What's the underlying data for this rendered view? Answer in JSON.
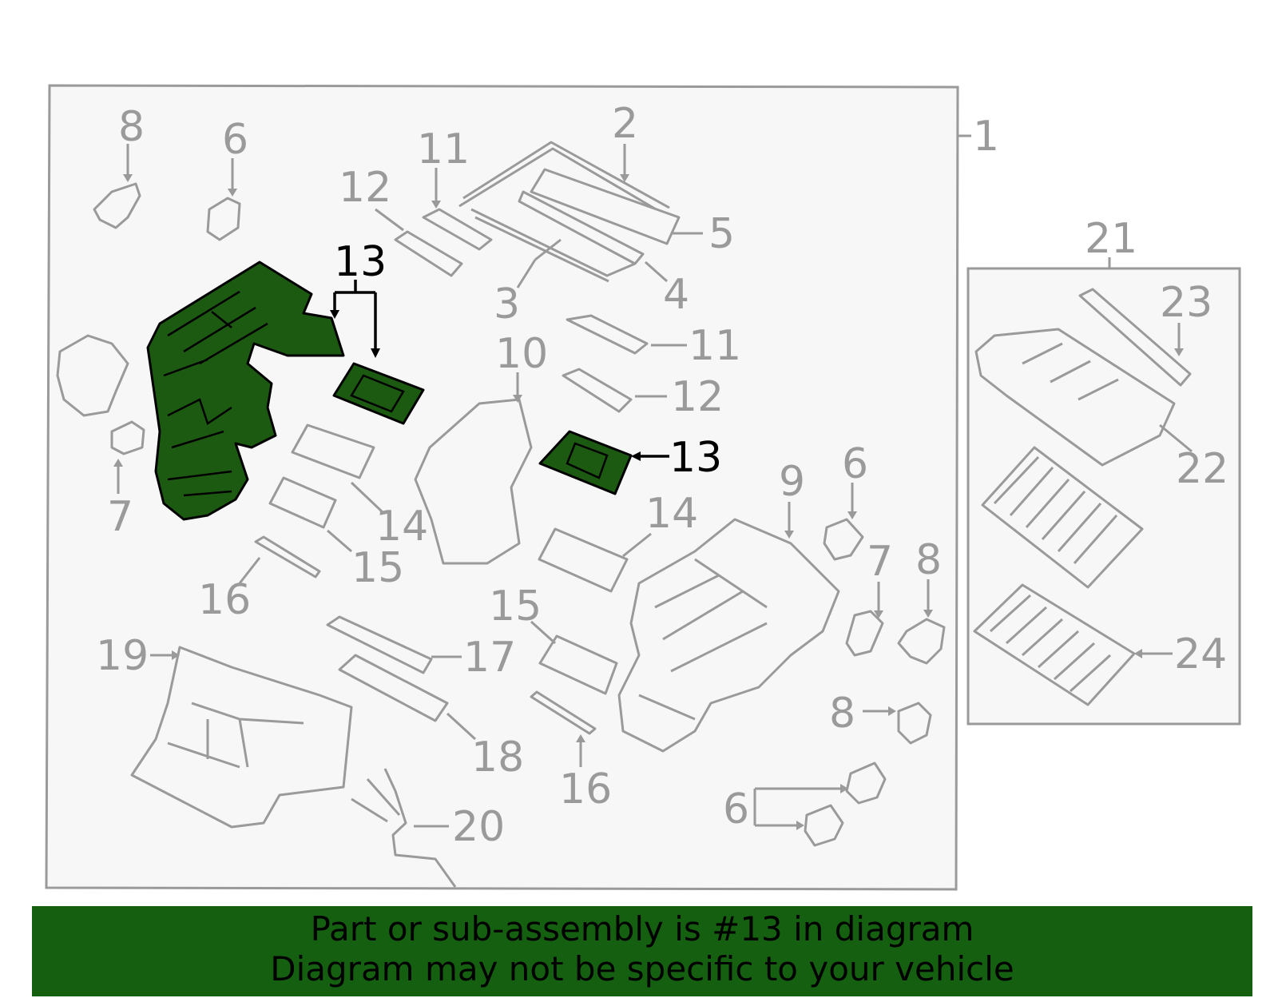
{
  "diagram": {
    "callouts": {
      "c1": "1",
      "c2": "2",
      "c3": "3",
      "c4": "4",
      "c5": "5",
      "c6a": "6",
      "c6b": "6",
      "c6c": "6",
      "c7a": "7",
      "c7b": "7",
      "c8a": "8",
      "c8b": "8",
      "c8c": "8",
      "c9": "9",
      "c10": "10",
      "c11a": "11",
      "c11b": "11",
      "c12a": "12",
      "c12b": "12",
      "c13a": "13",
      "c13b": "13",
      "c14a": "14",
      "c14b": "14",
      "c15a": "15",
      "c15b": "15",
      "c16a": "16",
      "c16b": "16",
      "c17": "17",
      "c18": "18",
      "c19": "19",
      "c20": "20",
      "c21": "21",
      "c22": "22",
      "c23": "23",
      "c24": "24"
    },
    "highlight_color": "#1c5a12",
    "line_color": "#9a9a9a"
  },
  "banner": {
    "line1": "Part or sub-assembly is #13 in diagram",
    "line2": "Diagram may not be specific to your vehicle",
    "background": "#156010"
  }
}
